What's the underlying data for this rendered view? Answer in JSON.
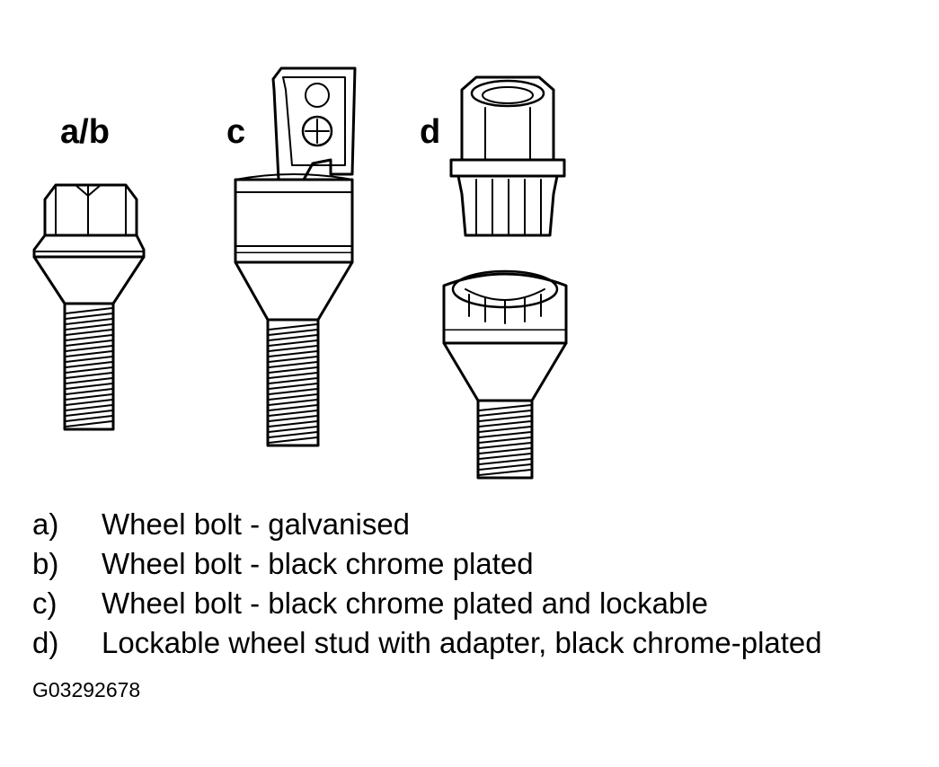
{
  "figure": {
    "labels": {
      "ab": "a/b",
      "c": "c",
      "d": "d"
    },
    "line_color": "#000000",
    "fill_color": "#ffffff"
  },
  "legend": [
    {
      "key": "a)",
      "text": "Wheel bolt - galvanised"
    },
    {
      "key": "b)",
      "text": "Wheel bolt - black chrome plated"
    },
    {
      "key": "c)",
      "text": "Wheel bolt - black chrome plated and lockable"
    },
    {
      "key": "d)",
      "text": "Lockable wheel stud with adapter, black chrome-plated"
    }
  ],
  "figure_code": "G03292678"
}
